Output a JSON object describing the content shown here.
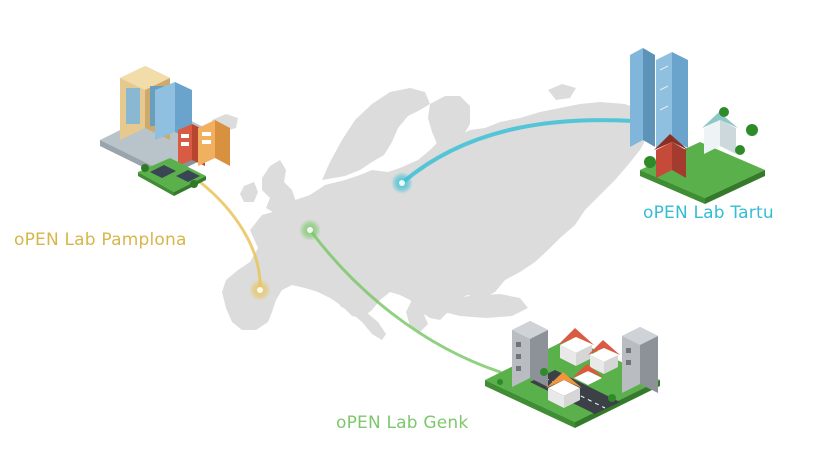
{
  "map": {
    "region": "Europe",
    "labs": [
      {
        "id": "pamplona",
        "label": "oPEN Lab Pamplona",
        "color": "#e8c55a",
        "marker": "pin-marker"
      },
      {
        "id": "tartu",
        "label": "oPEN Lab Tartu",
        "color": "#3cc0d6",
        "marker": "pin-marker"
      },
      {
        "id": "genk",
        "label": "oPEN Lab Genk",
        "color": "#7dc86b",
        "marker": "pin-marker"
      }
    ]
  },
  "colors": {
    "land": "#dcdcdc",
    "building_blue": "#7fb6d9",
    "building_beige": "#e6c98e",
    "building_grey": "#a9adb3",
    "roof_red": "#d95b43",
    "roof_orange": "#f0963c",
    "grass": "#5ab04a"
  }
}
